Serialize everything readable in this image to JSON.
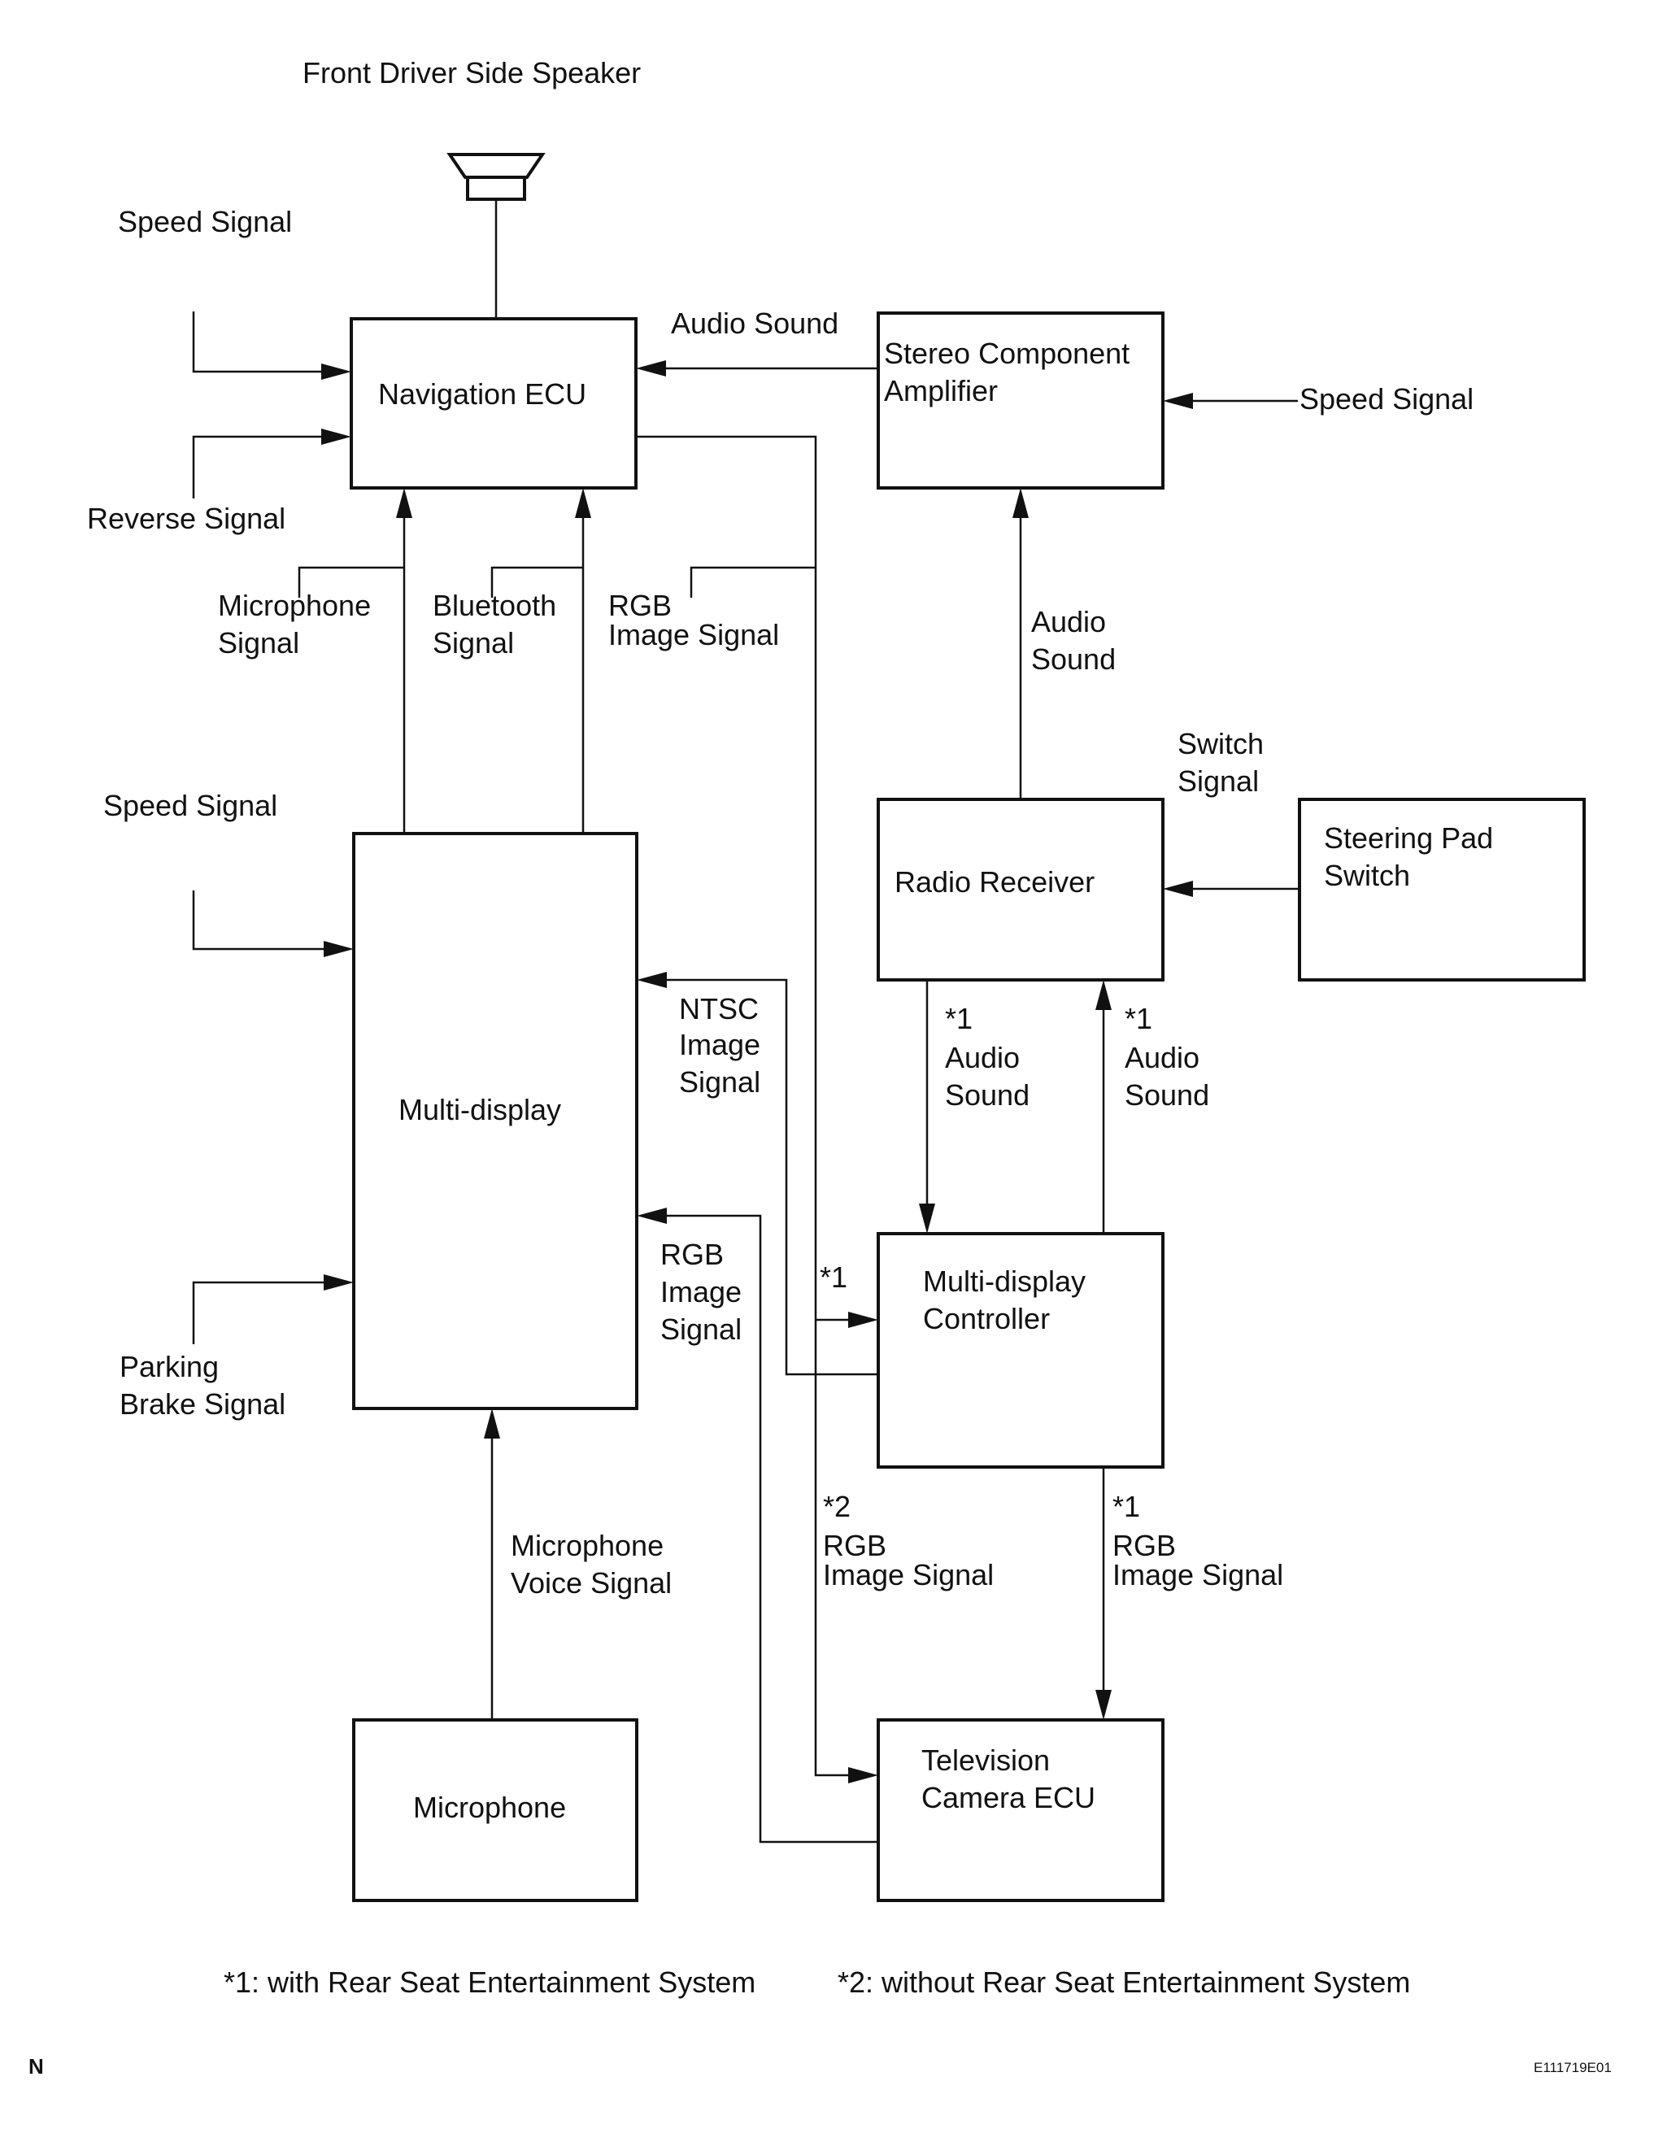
{
  "boxes": {
    "navigation_ecu": "Navigation ECU",
    "stereo_amp": [
      "Stereo Component",
      "Amplifier"
    ],
    "radio_receiver": "Radio Receiver",
    "steering_pad_switch": [
      "Steering Pad",
      "Switch"
    ],
    "multi_display": "Multi-display",
    "multi_display_controller": [
      "Multi-display",
      "Controller"
    ],
    "television_camera_ecu": [
      "Television",
      "Camera ECU"
    ],
    "microphone": "Microphone"
  },
  "labels": {
    "front_speaker": "Front Driver Side Speaker",
    "speed_signal_nav": "Speed Signal",
    "reverse_signal": "Reverse Signal",
    "audio_sound_top": "Audio Sound",
    "speed_signal_amp": "Speed Signal",
    "microphone_signal": [
      "Microphone",
      "Signal"
    ],
    "bluetooth_signal": [
      "Bluetooth",
      "Signal"
    ],
    "rgb_image_signal_nav": [
      "RGB",
      "Image Signal"
    ],
    "audio_sound_radio_amp": [
      "Audio",
      "Sound"
    ],
    "switch_signal": [
      "Switch",
      "Signal"
    ],
    "speed_signal_md": "Speed Signal",
    "ntsc_image_signal": [
      "NTSC",
      "Image",
      "Signal"
    ],
    "audio_sound_down": [
      "*1",
      "Audio",
      "Sound"
    ],
    "audio_sound_up": [
      "*1",
      "Audio",
      "Sound"
    ],
    "rgb_image_signal_md": [
      "RGB",
      "Image",
      "Signal"
    ],
    "star1_controller": "*1",
    "parking_brake_signal": [
      "Parking",
      "Brake Signal"
    ],
    "rgb_image_signal_star2": [
      "*2",
      "RGB",
      "Image Signal"
    ],
    "rgb_image_signal_star1": [
      "*1",
      "RGB",
      "Image Signal"
    ],
    "microphone_voice_signal": [
      "Microphone",
      "Voice Signal"
    ]
  },
  "footnotes": {
    "note1": "*1: with Rear Seat Entertainment System",
    "note2": "*2: without Rear Seat Entertainment System"
  },
  "corner": {
    "left": "N",
    "right": "E111719E01"
  }
}
